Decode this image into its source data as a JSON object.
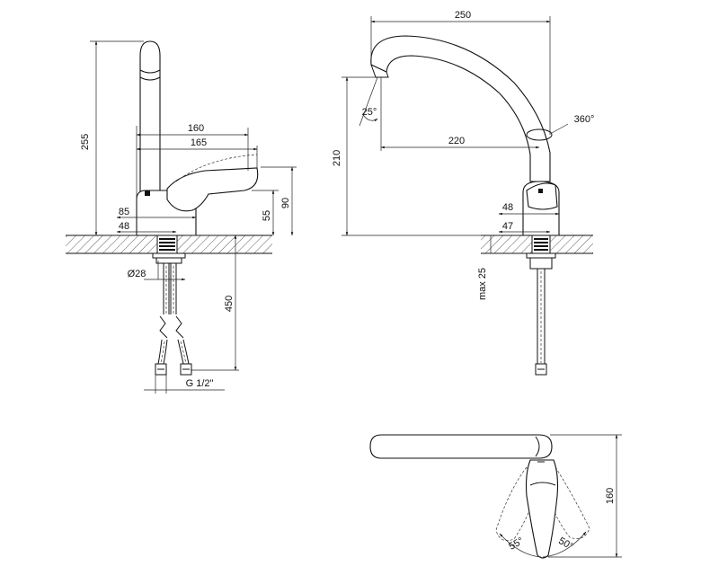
{
  "side_view": {
    "dim_255": "255",
    "dim_160": "160",
    "dim_165": "165",
    "dim_90": "90",
    "dim_55": "55",
    "dim_85": "85",
    "dim_48": "48",
    "dim_d28": "Ø28",
    "dim_450": "450",
    "dim_thread": "G 1/2\""
  },
  "front_view": {
    "dim_250": "250",
    "dim_25deg": "25°",
    "dim_360deg": "360°",
    "dim_220": "220",
    "dim_210": "210",
    "dim_48": "48",
    "dim_47": "47",
    "dim_max25": "max 25"
  },
  "top_view": {
    "dim_160": "160",
    "dim_55deg": "55°",
    "dim_50deg": "50°"
  }
}
